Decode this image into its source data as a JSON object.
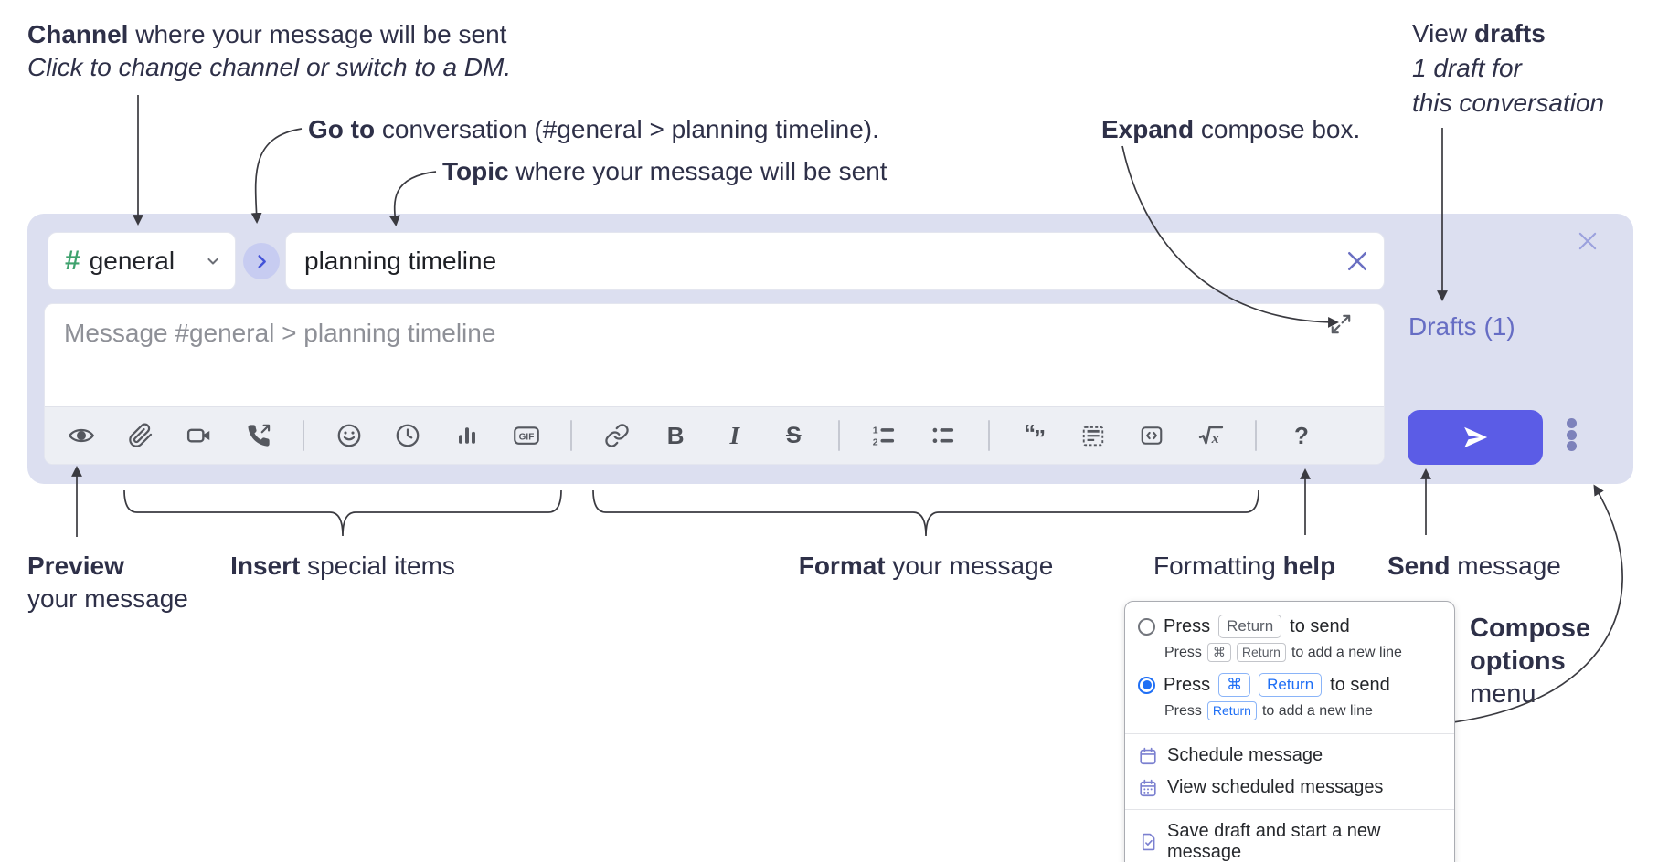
{
  "colors": {
    "compose_background": "#dcdff0",
    "accent_send": "#5b5ce6",
    "link_purple": "#666dc4",
    "channel_green": "#3fa26e",
    "radio_blue": "#1f6ff5",
    "menu_icon_purple": "#7b80d0"
  },
  "annotations": {
    "channel_bold": "Channel",
    "channel_rest": " where your message will be sent",
    "channel_italic": "Click to change channel or switch to a DM.",
    "goto_bold": "Go to",
    "goto_rest": " conversation (#general > planning timeline).",
    "topic_bold": "Topic",
    "topic_rest": " where your message will be sent",
    "expand_bold": "Expand",
    "expand_rest": " compose box.",
    "drafts_line1_pre": "View ",
    "drafts_line1_bold": "drafts",
    "drafts_line2": "1 draft for",
    "drafts_line3": "this conversation",
    "preview_bold": "Preview",
    "preview_line2": "your message",
    "insert_bold": "Insert",
    "insert_rest": " special items",
    "format_bold": "Format",
    "format_rest": " your message",
    "help_pre": "Formatting ",
    "help_bold": "help",
    "send_bold": "Send",
    "send_rest": " message",
    "compose_line1": "Compose",
    "compose_line2": "options",
    "compose_line3": "menu"
  },
  "composer": {
    "channel_hash": "#",
    "channel_name": "general",
    "topic_value": "planning timeline",
    "message_placeholder": "Message #general > planning timeline",
    "drafts_label": "Drafts (1)"
  },
  "toolbar": {
    "icons": [
      "preview-eye-icon",
      "paperclip-icon",
      "video-icon",
      "phone-call-icon",
      "emoji-icon",
      "clock-icon",
      "poll-chart-icon",
      "gif-icon",
      "link-icon",
      "bold-icon",
      "italic-icon",
      "strikethrough-icon",
      "ordered-list-icon",
      "bullet-list-icon",
      "blockquote-icon",
      "snippet-icon",
      "code-icon",
      "formula-icon",
      "help-icon"
    ],
    "gif": "GIF",
    "bold": "B",
    "italic": "I",
    "strike": "S",
    "quote_open": "“",
    "quote_close": "”",
    "ol_1": "1",
    "ol_2": "2",
    "sqrt": "√",
    "sqrt_x": "x",
    "help": "?"
  },
  "menu": {
    "opt1_press": "Press",
    "opt1_key": "Return",
    "opt1_suffix": "to send",
    "opt1_sub_press": "Press",
    "opt1_sub_key1": "⌘",
    "opt1_sub_key2": "Return",
    "opt1_sub_suffix": "to add a new line",
    "opt2_press": "Press",
    "opt2_key1": "⌘",
    "opt2_key2": "Return",
    "opt2_suffix": "to send",
    "opt2_sub_press": "Press",
    "opt2_sub_key": "Return",
    "opt2_sub_suffix": "to add a new line",
    "schedule": "Schedule message",
    "view_scheduled": "View scheduled messages",
    "save_draft": "Save draft and start a new message"
  }
}
